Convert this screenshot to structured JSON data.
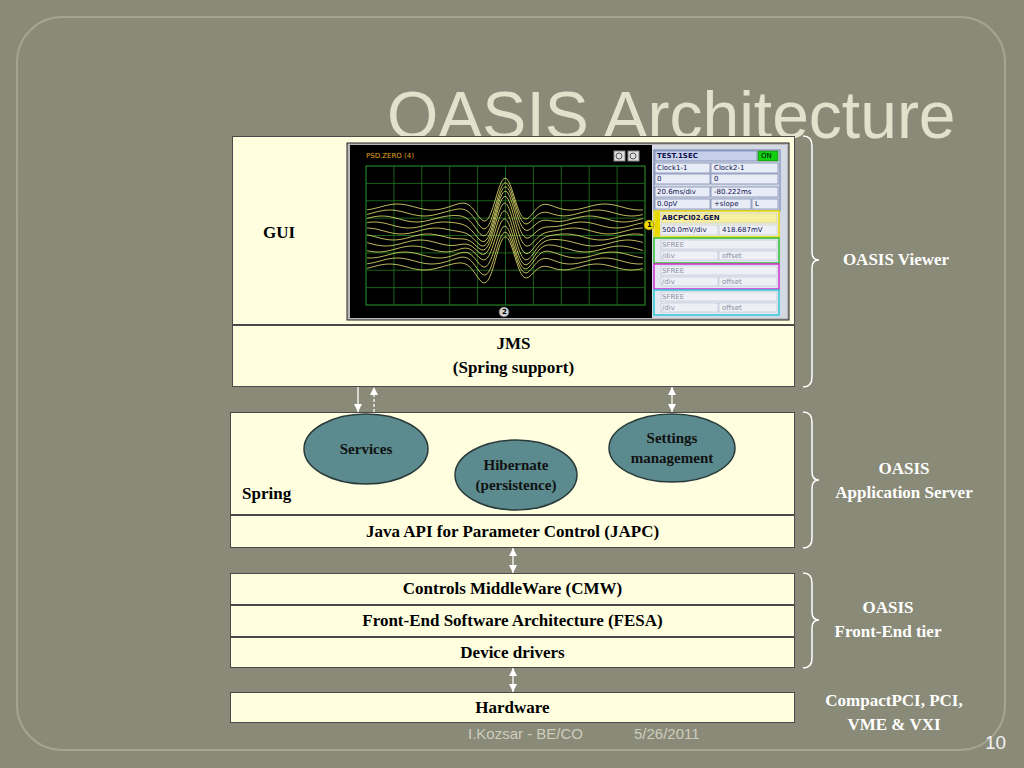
{
  "diagram": {
    "title": "OASIS Architecture",
    "nodes": [
      {
        "text": [
          "GUI"
        ]
      },
      {
        "text": [
          "JMS (Spring support)"
        ]
      },
      {
        "text": [
          "Spring"
        ]
      },
      {
        "text": [
          "Services"
        ],
        "in": 2
      },
      {
        "text": [
          "Hibernate (persistence)"
        ],
        "in": 2
      },
      {
        "text": [
          "Settings management"
        ],
        "in": 2
      },
      {
        "text": [
          "Java API for Parameter Control (JAPC)"
        ]
      },
      {
        "text": [
          "Controls MiddleWare (CMW)"
        ]
      },
      {
        "text": [
          "Front-End Software Architecture (FESA)"
        ]
      },
      {
        "text": [
          "Device drivers"
        ]
      },
      {
        "text": [
          "Hardware"
        ]
      }
    ],
    "edges": [
      {
        "from": 1,
        "to": 2,
        "arrow": "to"
      },
      {
        "from": 2,
        "to": 1,
        "arrow": "to"
      },
      {
        "from": 1,
        "to": 2,
        "arrow": "both"
      },
      {
        "from": 6,
        "to": 7,
        "arrow": "both"
      },
      {
        "from": 9,
        "to": 10,
        "arrow": "both"
      }
    ],
    "labels": [
      "OASIS Viewer",
      "OASIS Application Server",
      "OASIS Front-End tier",
      "CompactPCI, PCI, VME & VXI",
      "I.Kozsar - BE/CO",
      "5/26/2011",
      "10",
      "PSD.ZERO (4)",
      "TEST.1SEC",
      "ON",
      "Clock1-1",
      "Clock2-1",
      "0",
      "0",
      "20.6ms/div",
      "-80.222ms",
      "0.0pV",
      "+slope",
      "L",
      "1",
      "ABCPCI02.GEN",
      "500.0mV/div",
      "418.687mV",
      "SFREE",
      "/div",
      "offset",
      "SFREE",
      "/div",
      "offset",
      "SFREE",
      "/div",
      "offset",
      "2"
    ]
  }
}
